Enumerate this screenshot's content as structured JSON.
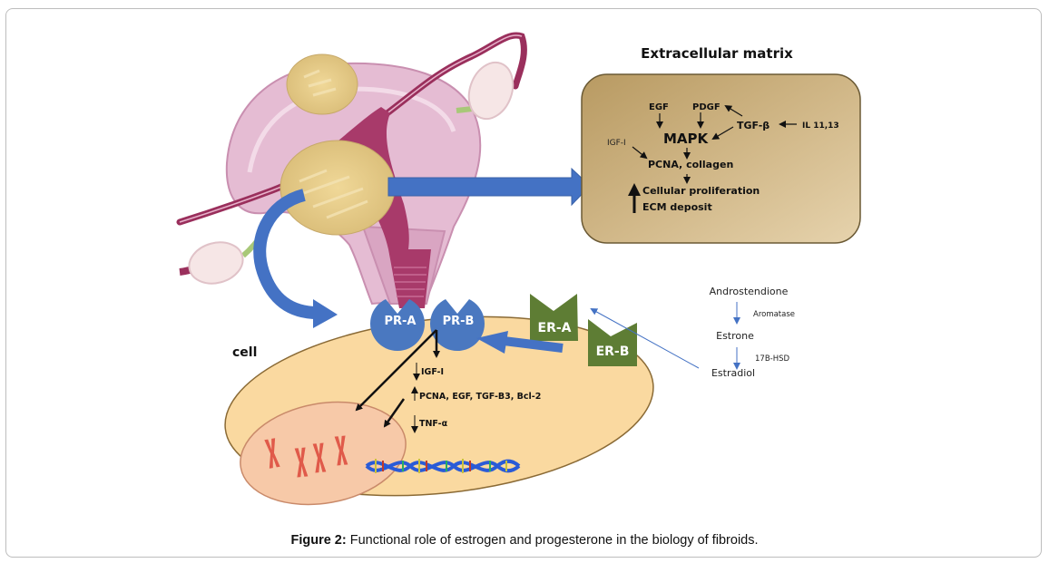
{
  "figure": {
    "caption_label": "Figure 2:",
    "caption_text": " Functional role of estrogen and progesterone in the biology of fibroids."
  },
  "ecm": {
    "title": "Extracellular matrix",
    "egf": "EGF",
    "pdgf": "PDGF",
    "tgf_beta": "TGF-β",
    "il": "IL 11,13",
    "igf": "IGF-I",
    "mapk": "MAPK",
    "pcna_collagen": "PCNA, collagen",
    "proliferation": "Cellular proliferation",
    "ecm_deposit": "ECM deposit"
  },
  "cell": {
    "label": "cell",
    "igf": "IGF-I",
    "upregulated": "PCNA, EGF, TGF-B3, Bcl-2",
    "tnf": "TNF-α"
  },
  "receptors": {
    "pr_a": "PR-A",
    "pr_b": "PR-B",
    "er_a": "ER-A",
    "er_b": "ER-B"
  },
  "pathway": {
    "androstendione": "Androstendione",
    "aromatase": "Aromatase",
    "estrone": "Estrone",
    "hsd": "17B-HSD",
    "estradiol": "Estradiol"
  },
  "colors": {
    "arrow_blue": "#4472c4",
    "receptor_blue": "#4a78c0",
    "receptor_green": "#5e7d34",
    "cell_fill": "#fad9a0",
    "nucleus_fill": "#f7c9a8",
    "ecm_fill": "#c9ad75",
    "uterus_pink": "#e2b8d0",
    "uterus_dark": "#9a2f5c",
    "fibroid": "#e3c98a"
  }
}
